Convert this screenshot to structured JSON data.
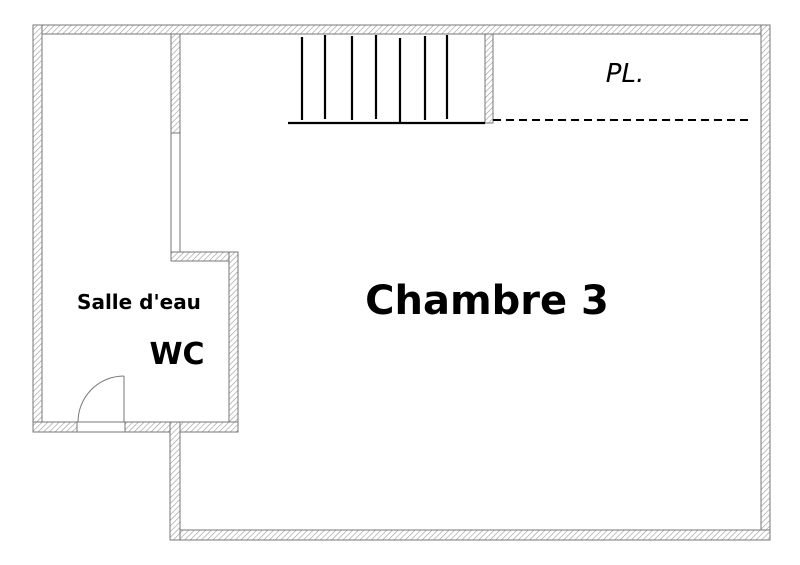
{
  "plan": {
    "rooms": {
      "bathroom": "Salle d'eau",
      "wc": "WC",
      "bedroom": "Chambre 3",
      "closet": "PL."
    },
    "colors": {
      "wall_stroke": "#777777",
      "hatch": "#999999",
      "lines": "#000000"
    }
  }
}
